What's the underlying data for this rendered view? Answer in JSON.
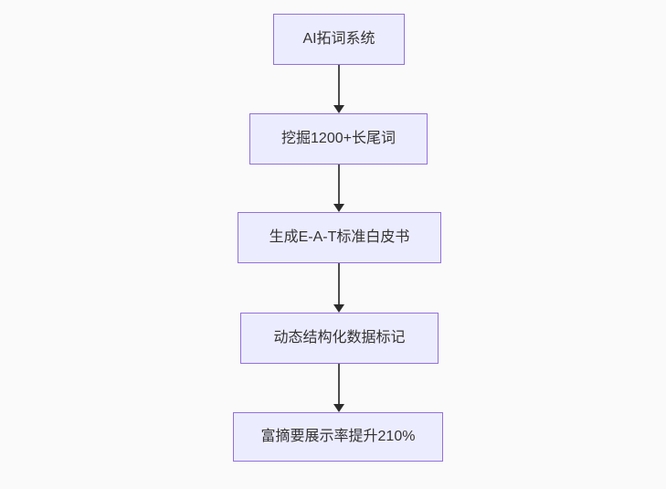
{
  "diagram": {
    "type": "flowchart",
    "direction": "top-down",
    "nodes": [
      {
        "label": "AI拓词系统"
      },
      {
        "label": "挖掘1200+长尾词"
      },
      {
        "label": "生成E-A-T标准白皮书"
      },
      {
        "label": "动态结构化数据标记"
      },
      {
        "label": "富摘要展示率提升210%"
      }
    ],
    "edges": [
      {
        "from": 0,
        "to": 1
      },
      {
        "from": 1,
        "to": 2
      },
      {
        "from": 2,
        "to": 3
      },
      {
        "from": 3,
        "to": 4
      }
    ],
    "colors": {
      "background": "#fafafa",
      "node_fill": "#ECECFF",
      "node_border": "#9370DB",
      "text": "#333333",
      "edge_line": "#4d4d4d",
      "edge_head": "#2b2b2b"
    }
  }
}
